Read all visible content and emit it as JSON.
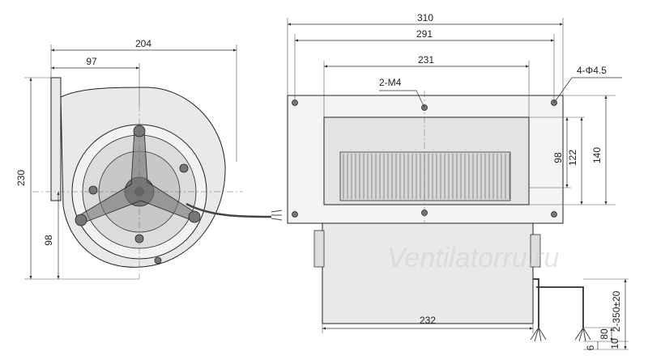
{
  "dimensions": {
    "front_total_width": "204",
    "front_center_offset": "97",
    "front_height": "230",
    "front_center_height": "98",
    "side_total_width": "310",
    "side_hole_spacing": "291",
    "side_outlet_width": "231",
    "side_thread": "2-M4",
    "side_holes": "4-Φ4.5",
    "side_outlet_height_98": "98",
    "side_outlet_height_122": "122",
    "side_flange_height": "140",
    "side_body_width": "232",
    "wire_length": "2-350±20",
    "wire_strip_80": "80",
    "wire_strip_10": "10",
    "wire_strip_6": "6"
  },
  "watermark": "Ventilatorru.ru",
  "colors": {
    "line": "#333333",
    "fill": "#e9e9e9",
    "background": "#ffffff"
  }
}
